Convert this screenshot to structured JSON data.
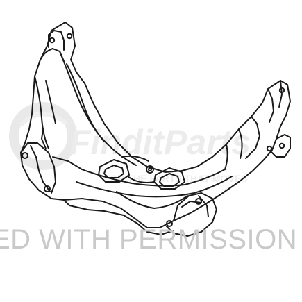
{
  "image": {
    "subject": "crossmember bracket line drawing",
    "background_color": "#ffffff",
    "line_color": "#1a1a1a"
  },
  "watermark": {
    "logo_text": "FindItParts",
    "tagline": "FOR THE PARTS THAT MOVES",
    "permission_text": "ED WITH PERMISSION FRC",
    "color": "#c9c9c9"
  }
}
